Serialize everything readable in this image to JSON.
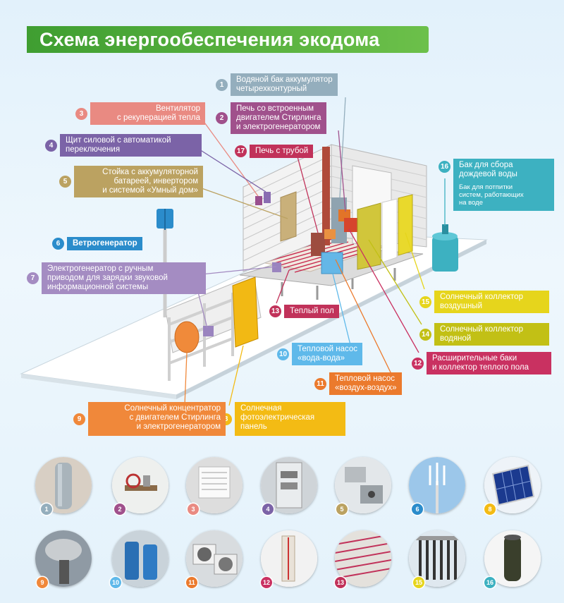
{
  "title": "Схема энергообеспечения экодома",
  "colors": {
    "c1": "#94aebd",
    "c2": "#a0518c",
    "c3": "#e98a82",
    "c4": "#7b63a7",
    "c5": "#bba261",
    "c6": "#2b8ccb",
    "c7": "#a48cc2",
    "c8": "#f3bb14",
    "c9": "#f0883a",
    "c10": "#5fb9ea",
    "c11": "#eb7a2d",
    "c12": "#c93161",
    "c13": "#c1325a",
    "c14": "#c2c015",
    "c15": "#e6d51c",
    "c16": "#3db1c1",
    "title_green": "#4fa83a"
  },
  "labels": {
    "l1": {
      "num": "1",
      "lines": [
        "Водяной бак аккумулятор",
        "четырехконтурный"
      ]
    },
    "l2": {
      "num": "2",
      "lines": [
        "Печь со встроенным",
        "двигателем Стирлинга",
        "и электрогенератором"
      ]
    },
    "l3": {
      "num": "3",
      "lines": [
        "Вентилятор",
        "с рекуперацией тепла"
      ]
    },
    "l4": {
      "num": "4",
      "lines": [
        "Щит силовой с автоматикой",
        "переключения"
      ]
    },
    "l5": {
      "num": "5",
      "lines": [
        "Стойка с аккумуляторной",
        "батареей, инвертором",
        "и системой «Умный дом»"
      ]
    },
    "l6": {
      "num": "6",
      "lines": [
        "Ветрогенератор"
      ]
    },
    "l7": {
      "num": "7",
      "lines": [
        "Электрогенератор с ручным",
        "приводом для зарядки звуковой",
        "информационной системы"
      ]
    },
    "l8": {
      "num": "8",
      "lines": [
        "Солнечная",
        "фотоэлектрическая",
        "панель"
      ]
    },
    "l9": {
      "num": "9",
      "lines": [
        "Солнечный концентратор",
        "с двигателем Стирлинга",
        "и электрогенератором"
      ]
    },
    "l10": {
      "num": "10",
      "lines": [
        "Тепловой насос",
        "«вода-вода»"
      ]
    },
    "l11": {
      "num": "11",
      "lines": [
        "Тепловой насос",
        "«воздух-воздух»"
      ]
    },
    "l12": {
      "num": "12",
      "lines": [
        "Расширительные баки",
        "и коллектор теплого пола"
      ]
    },
    "l13": {
      "num": "13",
      "lines": [
        "Теплый пол"
      ]
    },
    "l14": {
      "num": "14",
      "lines": [
        "Солнечный коллектор",
        "водяной"
      ]
    },
    "l15": {
      "num": "15",
      "lines": [
        "Солнечный коллектор",
        "воздушный"
      ]
    },
    "l16": {
      "num": "16",
      "lines": [
        "Бак для сбора",
        "дождевой воды"
      ],
      "sub": [
        "Бак для потпитки",
        "систем, работающих",
        "на воде"
      ]
    },
    "l17": {
      "num": "17",
      "lines": [
        "Печь с трубой"
      ]
    }
  },
  "thumbs": [
    {
      "num": "1",
      "icon": "water-tank-photo"
    },
    {
      "num": "2",
      "icon": "stirling-engine-photo"
    },
    {
      "num": "3",
      "icon": "ventilation-grille-photo"
    },
    {
      "num": "4",
      "icon": "electrical-panel-photo"
    },
    {
      "num": "5",
      "icon": "battery-inverter-photo"
    },
    {
      "num": "6",
      "icon": "wind-turbine-photo"
    },
    {
      "num": "8",
      "icon": "solar-panel-photo"
    },
    {
      "num": "9",
      "icon": "solar-concentrator-photo"
    },
    {
      "num": "10",
      "icon": "heat-pump-water-photo"
    },
    {
      "num": "11",
      "icon": "heat-pump-air-photo"
    },
    {
      "num": "12",
      "icon": "expansion-tank-photo"
    },
    {
      "num": "13",
      "icon": "floor-heating-photo"
    },
    {
      "num": "15",
      "icon": "solar-collector-photo"
    },
    {
      "num": "16",
      "icon": "rain-barrel-photo"
    }
  ]
}
